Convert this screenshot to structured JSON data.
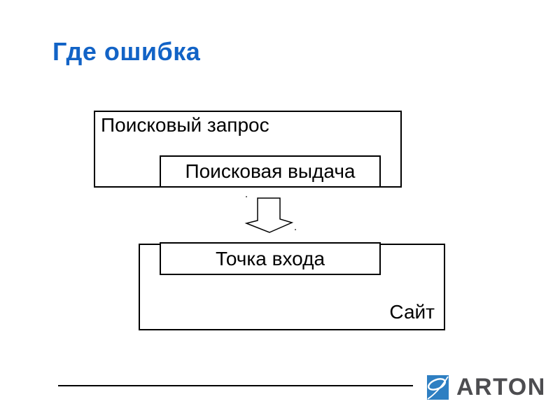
{
  "slide": {
    "title": "Где ошибка"
  },
  "diagram": {
    "query_box_label": "Поисковый запрос",
    "results_box_label": "Поисковая выдача",
    "entry_box_label": "Точка входа",
    "site_box_label": "Сайт",
    "arrow_icon": "down-block-arrow"
  },
  "footer": {
    "brand_text": "ARTON",
    "brand_icon": "arton-globe-icon"
  },
  "colors": {
    "title_blue": "#1263c6",
    "logo_blue": "#2e7fc2",
    "logo_text_gray": "#4d4d50",
    "box_border": "#000000",
    "background": "#ffffff"
  }
}
